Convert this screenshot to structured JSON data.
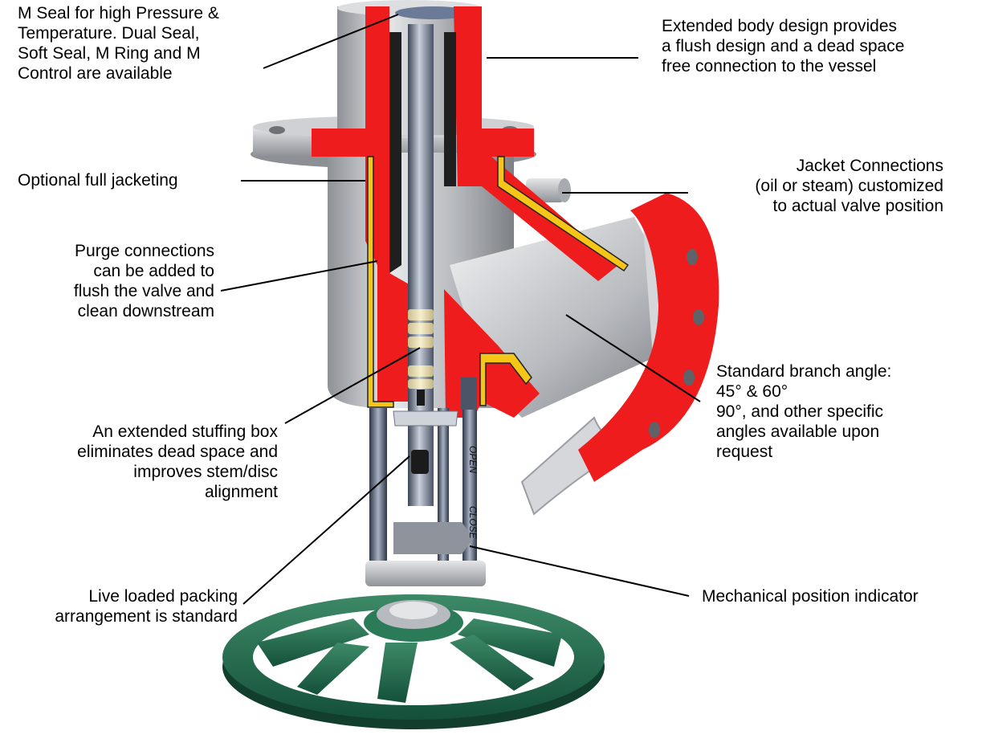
{
  "callouts": {
    "m_seal": [
      "M Seal for high Pressure &",
      "Temperature. Dual Seal,",
      "Soft Seal, M Ring and M",
      "Control are available"
    ],
    "extended_body": [
      "Extended body design provides",
      "a flush design and a dead space",
      "free connection to the vessel"
    ],
    "jacketing": [
      "Optional full jacketing"
    ],
    "jacket_connections": [
      "Jacket Connections",
      "(oil or steam) customized",
      "to actual valve position"
    ],
    "purge": [
      "Purge connections",
      "can be added to",
      "flush the valve and",
      "clean downstream"
    ],
    "branch_angle": [
      "Standard branch angle:",
      "45° & 60°",
      "90°, and other specific",
      "angles available upon",
      "request"
    ],
    "stuffing_box": [
      "An extended stuffing box",
      "eliminates dead space and",
      "improves stem/disc",
      "alignment"
    ],
    "position_indicator": [
      "Mechanical position indicator"
    ],
    "packing": [
      "Live loaded packing",
      "arrangement is standard"
    ]
  },
  "indicator_marks": {
    "open": "OPEN",
    "close": "CLOSE"
  },
  "colors": {
    "section_red": "#ee1c1c",
    "jacket_yellow": "#f5c518",
    "steel_grey": "#b9bcc0",
    "handwheel_green": "#1f6a4c",
    "packing_cream": "#efe4b8"
  }
}
